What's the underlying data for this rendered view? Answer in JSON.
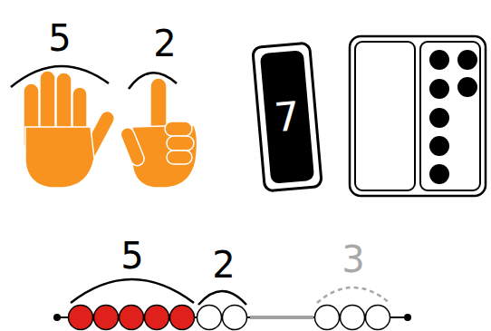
{
  "diagram": {
    "nodes": [
      {
        "text": [
          "7"
        ]
      }
    ],
    "labels": [
      "5",
      "2",
      "5",
      "2",
      "3"
    ]
  }
}
